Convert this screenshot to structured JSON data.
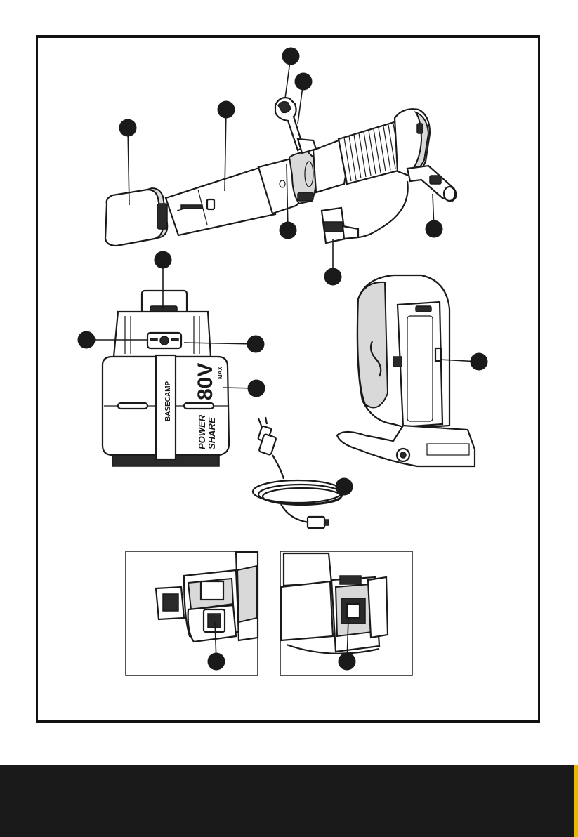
{
  "battery_label": {
    "voltage": "80V",
    "max": "MAX",
    "brand": "BASECAMP",
    "line1": "POWER",
    "line2": "SHARE"
  },
  "callouts": [
    {
      "id": "callout-1"
    },
    {
      "id": "callout-2"
    },
    {
      "id": "callout-3"
    },
    {
      "id": "callout-4"
    },
    {
      "id": "callout-5"
    },
    {
      "id": "callout-6"
    },
    {
      "id": "callout-7"
    },
    {
      "id": "callout-8"
    },
    {
      "id": "callout-9"
    },
    {
      "id": "callout-10"
    },
    {
      "id": "callout-11"
    },
    {
      "id": "callout-12"
    },
    {
      "id": "callout-13"
    },
    {
      "id": "callout-14"
    },
    {
      "id": "callout-15"
    },
    {
      "id": "callout-16"
    }
  ],
  "colors": {
    "line": "#1a1a1a",
    "fill_light": "#d9d9d9",
    "footer": "#1a1a1a",
    "footer_edge": "#e8b800"
  }
}
